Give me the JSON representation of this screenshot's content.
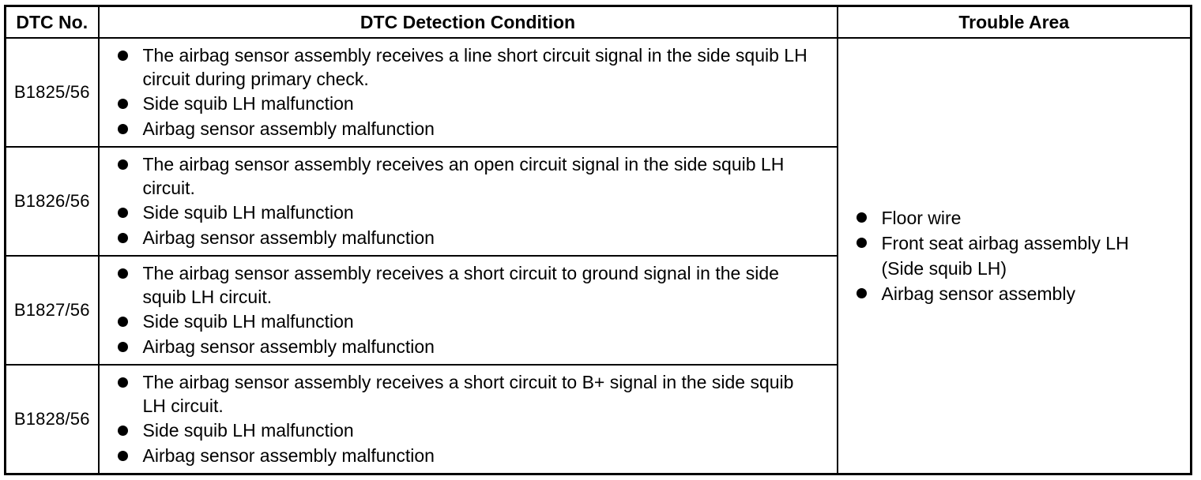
{
  "table": {
    "headers": [
      "DTC No.",
      "DTC Detection Condition",
      "Trouble Area"
    ],
    "rows": [
      {
        "code": "B1825/56",
        "conditions": [
          "The airbag sensor assembly receives a line short circuit signal in the side squib LH circuit during primary check.",
          "Side squib LH malfunction",
          "Airbag sensor assembly malfunction"
        ]
      },
      {
        "code": "B1826/56",
        "conditions": [
          "The airbag sensor assembly receives an open circuit signal in the side squib LH circuit.",
          "Side squib LH malfunction",
          "Airbag sensor assembly malfunction"
        ]
      },
      {
        "code": "B1827/56",
        "conditions": [
          "The airbag sensor assembly receives a short circuit to ground signal in the side squib LH circuit.",
          "Side squib LH malfunction",
          "Airbag sensor assembly malfunction"
        ]
      },
      {
        "code": "B1828/56",
        "conditions": [
          "The airbag sensor assembly receives a short circuit to B+ signal in the side squib LH circuit.",
          "Side squib LH malfunction",
          "Airbag sensor assembly malfunction"
        ]
      }
    ],
    "trouble_area": [
      "Floor wire",
      "Front seat airbag assembly LH (Side squib LH)",
      "Airbag sensor assembly"
    ]
  }
}
